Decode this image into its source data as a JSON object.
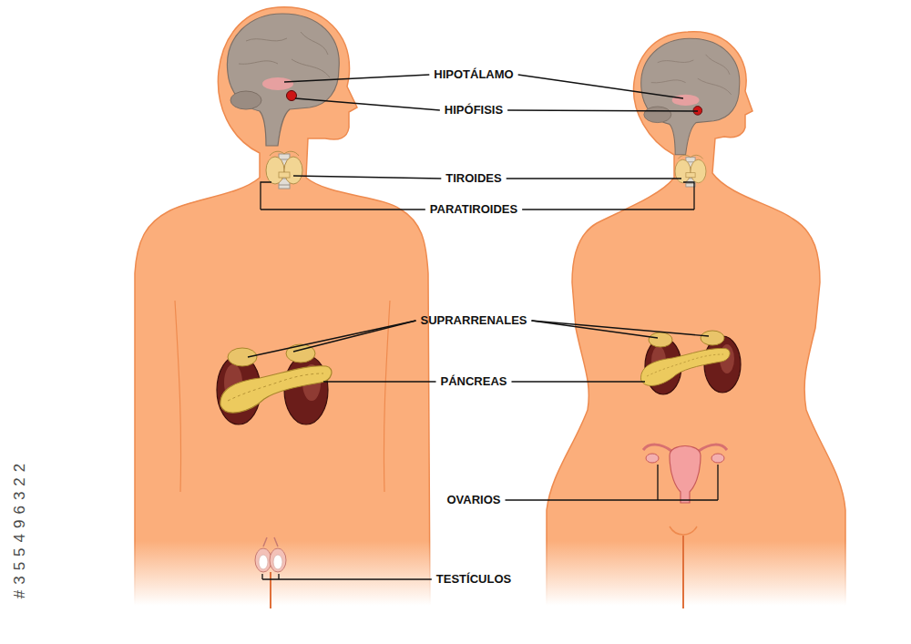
{
  "diagram": {
    "labels": [
      "HIPOTÁLAMO",
      "HIPÓFISIS",
      "TIROIDES",
      "PARATIROIDES",
      "SUPRARRENALES",
      "PÁNCREAS",
      "OVARIOS",
      "TESTÍCULOS",
      "#355496322"
    ]
  }
}
